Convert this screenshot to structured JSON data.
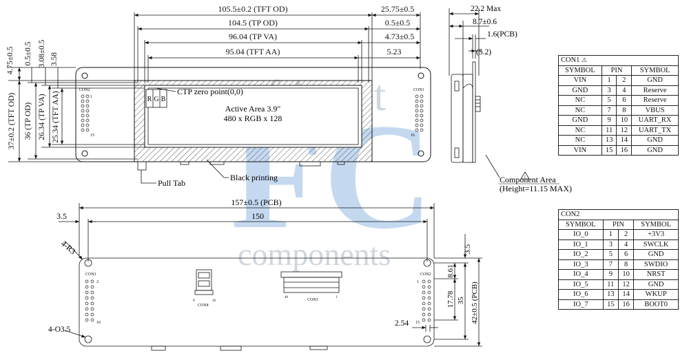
{
  "watermark": {
    "brand_line1": "first",
    "brand_big": "FC",
    "brand_line2": "components",
    "color": "#2b78c8"
  },
  "top_dims": {
    "tft_od": "105.5±0.2 (TFT OD)",
    "tp_od": "104.5 (TP OD)",
    "tp_va": "96.04 (TP VA)",
    "tft_aa": "95.04 (TFT AA)",
    "right_25": "25.75±0.5",
    "right_05": "0.5±0.5",
    "right_473": "4.73±0.5",
    "right_523": "5.23"
  },
  "left_dims": {
    "d475": "4.75±0.5",
    "d05": "0.5±0.5",
    "d308": "3.08±0.5",
    "d358": "3.58",
    "tft_od": "37±0.2 (TFT OD)",
    "tp_od": "36 (TP OD)",
    "tp_va": "26.34 (TP VA)",
    "tft_aa": "25.34 (TFT AA)"
  },
  "side_dims": {
    "max": "22.2 Max",
    "d87": "8.7±0.6",
    "pcb": "1.6(PCB)",
    "d52": "(5.2)"
  },
  "front": {
    "ctp_zero": "CTP zero point(0,0)",
    "rgb": [
      "R",
      "G",
      "B"
    ],
    "active_area": "Active Area 3.9\"",
    "resolution": "480 x RGB x 128",
    "pull_tab": "Pull Tab",
    "black_printing": "Black printing",
    "con2_label": "CON2",
    "con1_label": "CON1",
    "pin1": "1",
    "pin15": "15",
    "pin16": "16"
  },
  "component_area": {
    "line1": "Component Area",
    "line2": "(Height=11.15 MAX)"
  },
  "bottom": {
    "pcb_width": "157±0.5 (PCB)",
    "hole_pitch": "150",
    "left_offset": "3.5",
    "top_offset": "3.5",
    "corner": "4-R3",
    "hole": "4-O3.5",
    "d861": "8.61",
    "d1778": "17.78",
    "d35": "35",
    "pcb_height": "42±0.5 (PCB)",
    "d254": "2.54",
    "con1": "CON1",
    "con2": "CON2",
    "con3": "CON3",
    "con4": "CON4",
    "p1": "1",
    "p2": "2",
    "p15": "15",
    "p16": "16",
    "p9": "9",
    "p10": "10",
    "p40": "40",
    "p1b": "1"
  },
  "con1_table": {
    "title": "CON1",
    "headers": [
      "SYMBOL",
      "PIN",
      "SYMBOL"
    ],
    "rows": [
      [
        "VIN",
        "1",
        "2",
        "GND"
      ],
      [
        "GND",
        "3",
        "4",
        "Reserve"
      ],
      [
        "NC",
        "5",
        "6",
        "Reserve"
      ],
      [
        "NC",
        "7",
        "8",
        "VBUS"
      ],
      [
        "GND",
        "9",
        "10",
        "UART_RX"
      ],
      [
        "NC",
        "11",
        "12",
        "UART_TX"
      ],
      [
        "NC",
        "13",
        "14",
        "GND"
      ],
      [
        "VIN",
        "15",
        "16",
        "GND"
      ]
    ]
  },
  "con2_table": {
    "title": "CON2",
    "headers": [
      "SYMBOL",
      "PIN",
      "SYMBOL"
    ],
    "rows": [
      [
        "IO_0",
        "1",
        "2",
        "+3V3"
      ],
      [
        "IO_1",
        "3",
        "4",
        "SWCLK"
      ],
      [
        "IO_2",
        "5",
        "6",
        "GND"
      ],
      [
        "IO_3",
        "7",
        "8",
        "SWDIO"
      ],
      [
        "IO_4",
        "9",
        "10",
        "NRST"
      ],
      [
        "IO_5",
        "11",
        "12",
        "GND"
      ],
      [
        "IO_6",
        "13",
        "14",
        "WKUP"
      ],
      [
        "IO_7",
        "15",
        "16",
        "BOOT0"
      ]
    ]
  }
}
